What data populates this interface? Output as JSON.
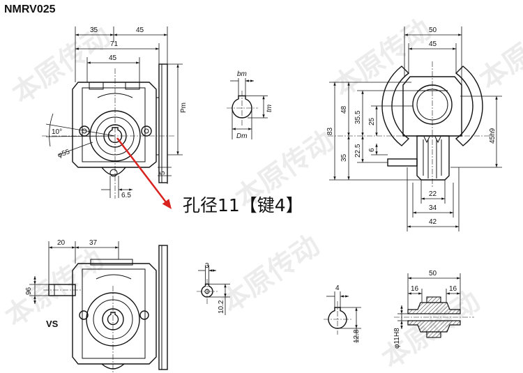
{
  "title": "NMRV025",
  "watermark": "本原传动",
  "annotation": "孔径11【键4】",
  "colors": {
    "line": "#111111",
    "arrow": "#d8231f",
    "background": "#ffffff"
  },
  "views": {
    "front_view": {
      "d35": "35",
      "d45_top": "45",
      "d71": "71",
      "d45_inner": "45",
      "pm": "Pm",
      "angle": "10°",
      "dia55": "φ55",
      "d5": "5",
      "d6_5": "6.5"
    },
    "keyway_top": {
      "bm": "bm",
      "tm": "tm",
      "dm": "Dm"
    },
    "side_view": {
      "d50": "50",
      "d45": "45",
      "d83": "83",
      "d48": "48",
      "d35_5": "35.5",
      "d25": "25",
      "d45h9": "45h9",
      "d35": "35",
      "d22_5": "22.5",
      "d6": "6",
      "d22": "22",
      "d34": "34",
      "d42": "42"
    },
    "vs_view": {
      "label": "VS",
      "d20": "20",
      "d37": "37",
      "d96": "96"
    },
    "keyway_input": {
      "d3": "3",
      "d10_2": "10.2"
    },
    "keyway_output": {
      "d4": "4",
      "d12_8": "12.8"
    },
    "output_shaft": {
      "d50": "50",
      "d16_left": "16",
      "d16_right": "16",
      "dia11h8": "φ11H8"
    }
  }
}
